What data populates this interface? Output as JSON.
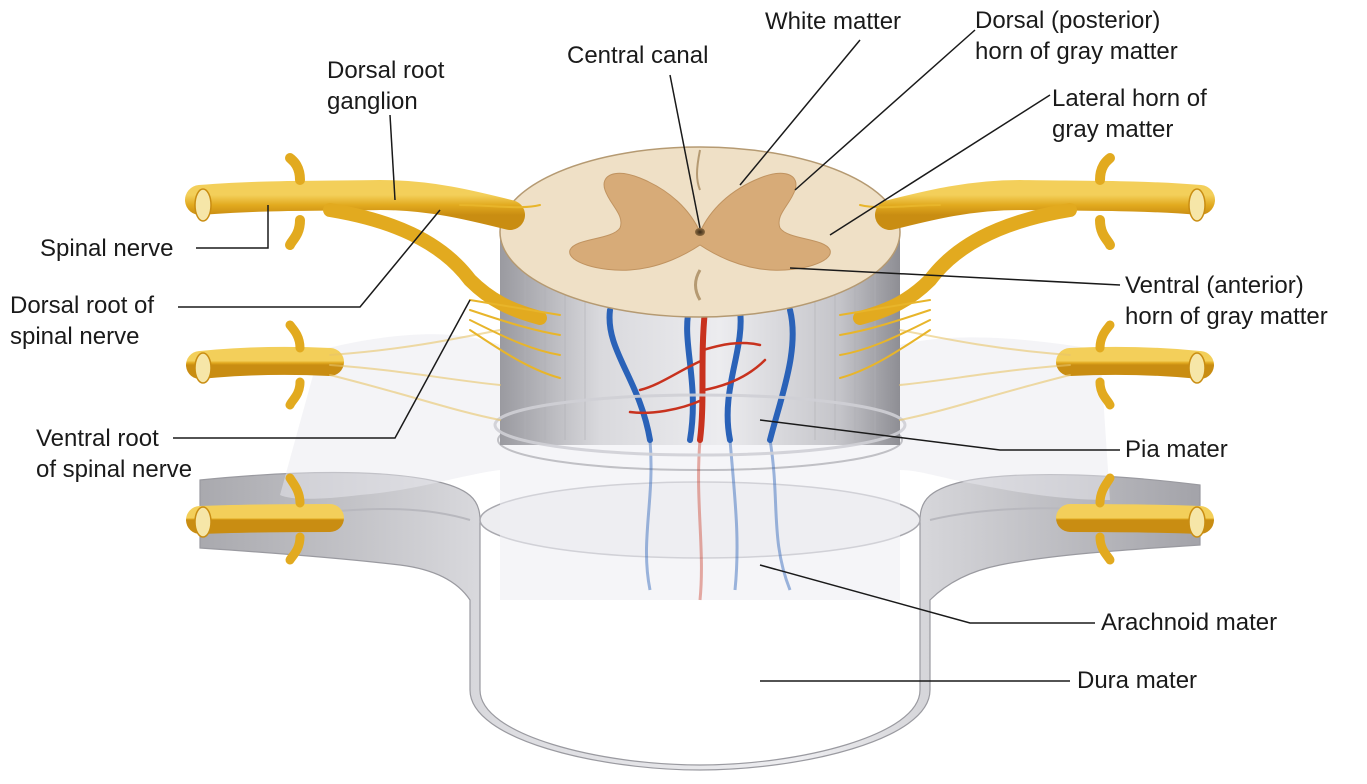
{
  "labels": {
    "white_matter": "White matter",
    "dorsal_horn": "Dorsal (posterior)\nhorn of gray matter",
    "central_canal": "Central canal",
    "dorsal_root_ganglion": "Dorsal root\nganglion",
    "lateral_horn": "Lateral horn of\ngray matter",
    "spinal_nerve": "Spinal nerve",
    "dorsal_root": "Dorsal root of\nspinal nerve",
    "ventral_horn": "Ventral (anterior)\nhorn of gray matter",
    "ventral_root": "Ventral root\nof spinal nerve",
    "pia_mater": "Pia mater",
    "arachnoid_mater": "Arachnoid mater",
    "dura_mater": "Dura mater"
  },
  "colors": {
    "nerve": "#e8b52a",
    "white_matter": "#efe0c6",
    "gray_matter": "#d7ab78",
    "vein": "#2a62b8",
    "artery": "#c8321e",
    "meninges": "#d2d2d6"
  }
}
